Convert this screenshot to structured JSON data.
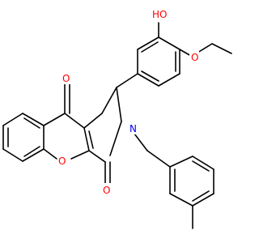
{
  "structure": {
    "atoms": {
      "ho": "HO",
      "o_ether": "O",
      "o_ketone": "O",
      "n": "N",
      "o_ring": "O",
      "o_lactam": "O"
    },
    "colors": {
      "bond": "#000000",
      "oxygen": "#ff0000",
      "nitrogen": "#0000ff",
      "background": "#ffffff"
    }
  }
}
